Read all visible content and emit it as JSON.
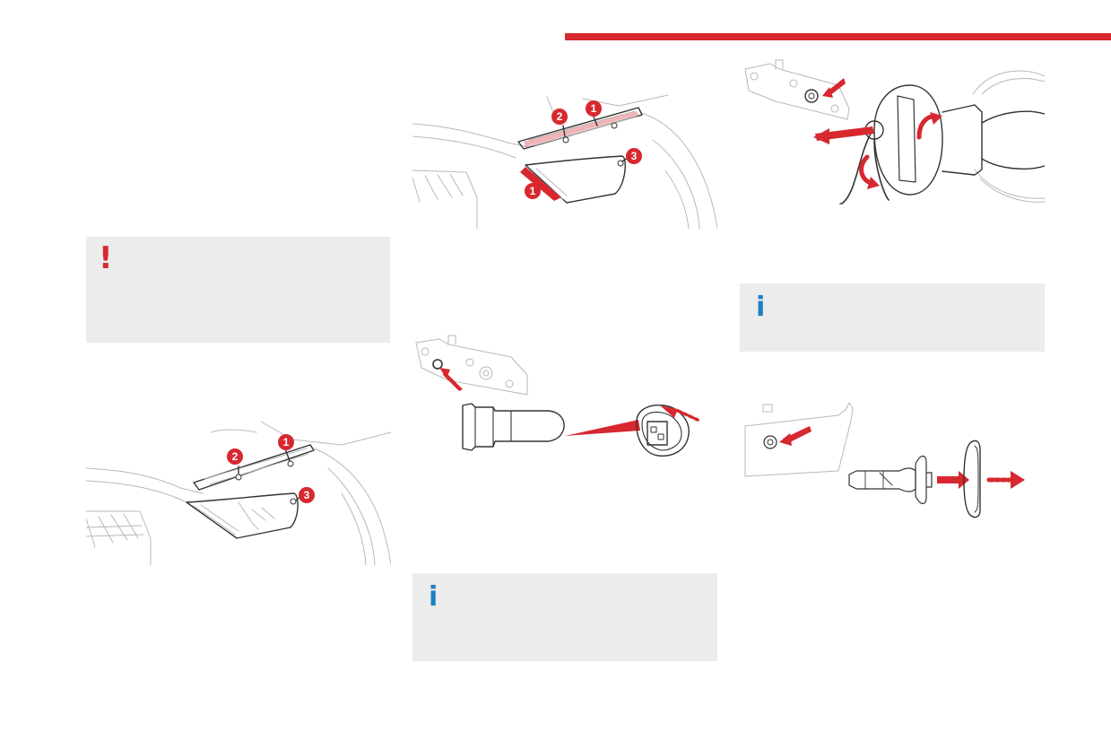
{
  "colors": {
    "accent_red": "#d7282f",
    "info_blue": "#1d7fc4",
    "notice_bg": "#ececec",
    "line_grey": "#b8b8b8"
  },
  "header": {
    "color_bar": "accent-red"
  },
  "warning_box": {
    "icon": "exclamation-icon",
    "symbol": "!"
  },
  "info_boxes": [
    {
      "icon": "info-icon",
      "symbol": "i"
    },
    {
      "icon": "info-icon",
      "symbol": "i"
    }
  ],
  "figure_cover_1": {
    "callouts": [
      "1",
      "2",
      "3"
    ]
  },
  "figure_cover_2": {
    "callouts": [
      "1",
      "2",
      "3",
      "1"
    ]
  }
}
